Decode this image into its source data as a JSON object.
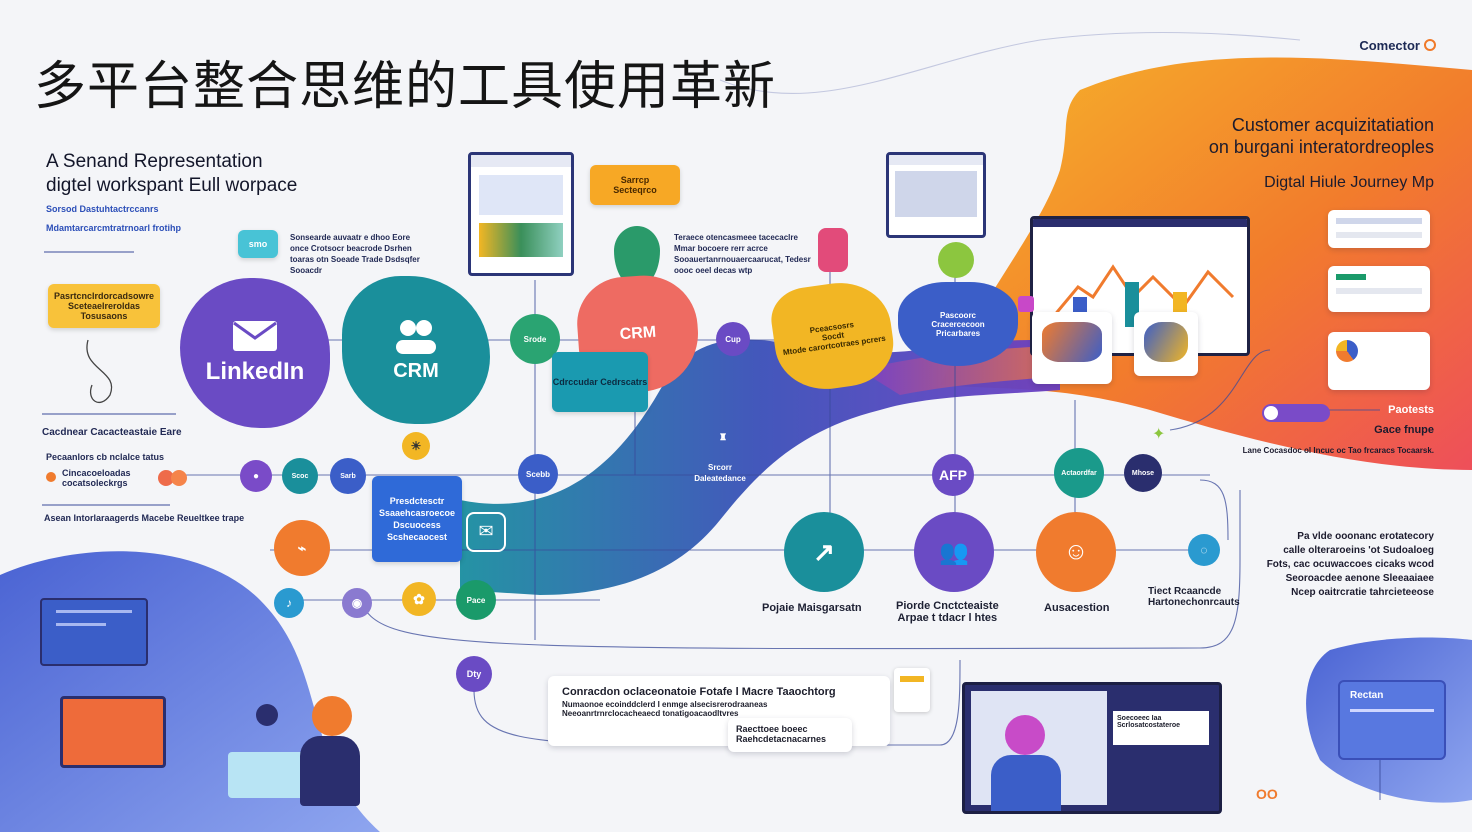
{
  "title": "多平台整合思维的工具使用革新",
  "brand": "Comector",
  "left_header": {
    "line1": "A Senand Representation",
    "line2": "digtel workspant Eull worpace",
    "sub1": "Sorsod Dastuhtactrccanrs",
    "sub2": "Mdamtarcarcmtratrnoarl frotihp"
  },
  "left_note": "Pasrtcnclrdorcadsowre Sceteaelreroldas Tosusaons",
  "left_mid": {
    "heading": "Cacdnear Cacacteastaie Eare",
    "line1": "Pecaanlors cb nclalce tatus",
    "line2a": "Cincacoeloadas",
    "line2b": "cocatsoleckrgs",
    "line3": "Asean Intorlaraagerds Macebe Reueltkee trape"
  },
  "top_labels": {
    "sms": "smo",
    "note1": "Sonsearde auvaatr e dhoo Eore once Crotsocr beacrode Dsrhen toaras otn Soeade Trade Dsdsqfer Sooacdr",
    "orange_box_a": "Sarrcp",
    "orange_box_b": "Secteqrco",
    "note2": "Teraece otencasmeee tacecaclre Mmar bocoere rerr acrce Sooauertanrnouaercaarucat, Tedesr oooc oeel decas wtp"
  },
  "nodes": {
    "linkedin": "LinkedIn",
    "crm1": "CRM",
    "crm2": "CRM",
    "small_teal": "Srode",
    "teal_box": "Cdrccudar Cedrscatrs",
    "purple_small": "Cup",
    "yellow_blob_a": "Pceacsosrs",
    "yellow_blob_b": "Socdt",
    "yellow_blob_c": "Mtode carortcotraes pcrers",
    "blue_blob_a": "Pascoorc",
    "blue_blob_b": "Cracercecoon",
    "blue_blob_c": "Pricarbares",
    "ribbon_a": "Srcorr",
    "ribbon_b": "Daleatedance",
    "afp": "AFP",
    "teal_small": "Actaordfar",
    "navy_small": "Mhose",
    "gray_small": "Scoc",
    "purple_s2": "Scebb",
    "blue_s1": "Sarb",
    "teal_s2": "Pace",
    "blue_box_a": "Presdctesctr",
    "blue_box_b": "Ssaaehcasroecoe",
    "blue_box_c": "Dscuocess",
    "blue_box_d": "Scshecaocest",
    "dty": "Dty"
  },
  "bottom_labels": {
    "project": "Pojaie Maisgarsatn",
    "guide_a": "Piorde Cnctcteaiste",
    "guide_b": "Arpae t tdacr l htes",
    "automation": "Ausacestion",
    "trust_a": "Tiect Rcaancde",
    "trust_b": "Hartonechonrcauts"
  },
  "right": {
    "head_a": "Customer acquizitatiation",
    "head_b": "on burgani interatordreoples",
    "sub": "Digtal Hiule Journey Mp",
    "label_a": "Paotests",
    "label_b": "Gace fnupe",
    "strap": "Lane Cocasdoc ol Incuc oc Tao frcaracs Tocaarsk.",
    "para": [
      "Pa vlde ooonanc erotatecory",
      "calle olteraroeins 'ot Sudoaloeg",
      "Fots, cac ocuwaccoes cicaks wcod",
      "Seoroacdee aenone Sleeaaiaee",
      "Ncep oaitrcratie tahrcieteeose"
    ],
    "card_title": "Rectan"
  },
  "bottom_card": {
    "title": "Conracdon oclaceonatoie Fotafe l Macre Taaochtorg",
    "line1": "Numaonoe ecoinddclerd I enmge alsecisrerodraaneas",
    "line2": "Neeoanrtrnrclocacheaecd tonatigoacaodltvres",
    "inner_a": "Raecttoee boeec",
    "inner_b": "Raehcdetacnacarnes"
  },
  "bottom_screen": {
    "title": "Soecoeec Iaa",
    "sub": "Scrlosatcostateroe"
  },
  "colors": {
    "purple": "#6a4bc4",
    "teal": "#1a8f9b",
    "coral": "#ee6b62",
    "yellow": "#f2b624",
    "orange": "#f07b2e",
    "blue": "#3b5ec8",
    "navy": "#2a2e6e"
  }
}
